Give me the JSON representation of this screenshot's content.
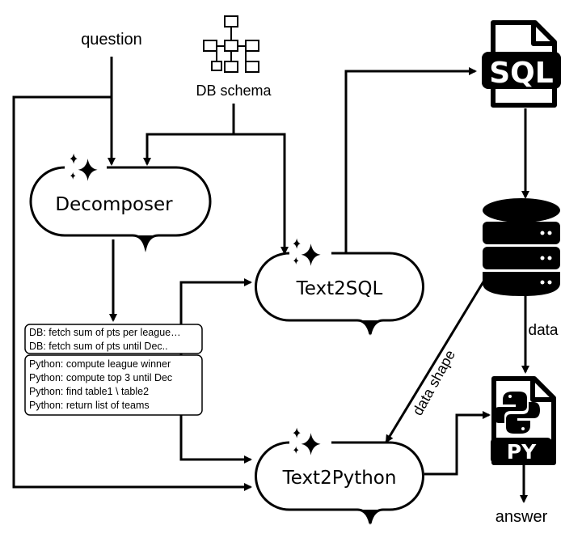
{
  "inputs": {
    "question": "question",
    "schema": "DB schema"
  },
  "nodes": {
    "decomposer": "Decomposer",
    "text2sql": "Text2SQL",
    "text2python": "Text2Python"
  },
  "db_steps": [
    "DB: fetch sum of pts per league…",
    "DB: fetch sum of pts until Dec.."
  ],
  "python_steps": [
    "Python: compute league winner",
    "Python: compute top 3 until Dec",
    "Python: find table1 \\ table2",
    "Python: return list of teams"
  ],
  "files": {
    "sql": "SQL",
    "py": "PY"
  },
  "edge_labels": {
    "data_shape": "data shape",
    "data": "data"
  },
  "outputs": {
    "answer": "answer"
  },
  "icons": [
    "schema-icon",
    "sparkle-icon",
    "sql-file-icon",
    "database-icon",
    "python-file-icon"
  ]
}
